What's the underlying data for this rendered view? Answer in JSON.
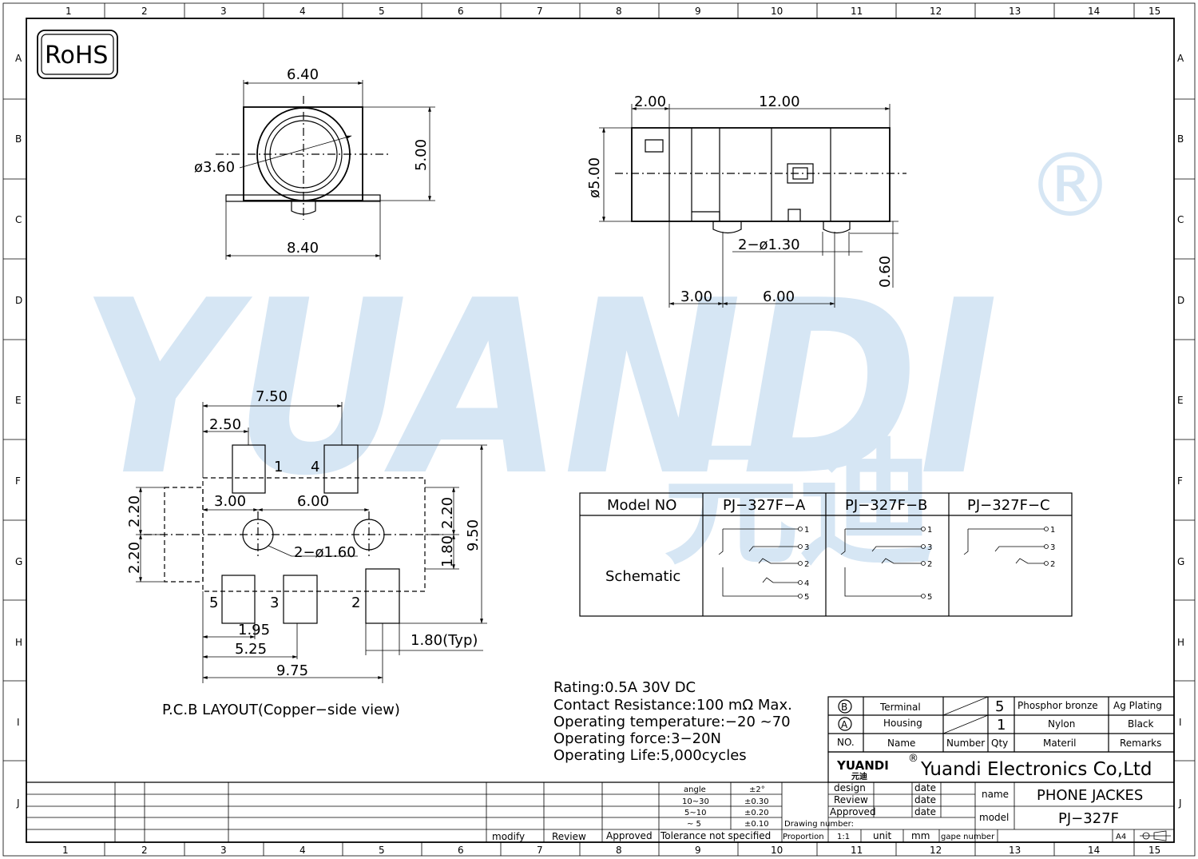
{
  "grid": {
    "columns": [
      "1",
      "2",
      "3",
      "4",
      "5",
      "6",
      "7",
      "8",
      "9",
      "10",
      "11",
      "12",
      "13",
      "14",
      "15"
    ],
    "rows": [
      "A",
      "B",
      "C",
      "D",
      "E",
      "F",
      "G",
      "H",
      "I",
      "J"
    ]
  },
  "rohs_label": "RoHS",
  "watermark": {
    "text": "YUANDI",
    "cn": "元迪",
    "reg": "®",
    "color": "#cfe2f3",
    "accent": "#d9ead3"
  },
  "front_view": {
    "width_top": "6.40",
    "width_bottom": "8.40",
    "height": "5.00",
    "diameter": "ø3.60"
  },
  "side_view": {
    "d1": "2.00",
    "d2": "12.00",
    "height": "ø5.00",
    "pins": "2−ø1.30",
    "p1": "3.00",
    "p2": "6.00",
    "pin_h": "0.60"
  },
  "pcb": {
    "title": "P.C.B LAYOUT(Copper−side view)",
    "dims": {
      "a": "7.50",
      "b": "2.50",
      "c": "3.00",
      "d": "6.00",
      "e": "2.20",
      "f": "2.20",
      "g": "2.20",
      "h": "1.80",
      "i": "9.50",
      "j": "2−ø1.60",
      "k": "1.95",
      "l": "5.25",
      "m": "9.75",
      "n": "1.80(Typ)"
    },
    "pads": [
      "1",
      "4",
      "5",
      "3",
      "2"
    ]
  },
  "schematic_table": {
    "header": [
      "Model NO",
      "PJ−327F−A",
      "PJ−327F−B",
      "PJ−327F−C"
    ],
    "row_label": "Schematic",
    "pins_a": [
      "1",
      "3",
      "2",
      "4",
      "5"
    ],
    "pins_b": [
      "1",
      "3",
      "2",
      "5"
    ],
    "pins_c": [
      "1",
      "3",
      "2"
    ]
  },
  "specs": [
    "Rating:0.5A 30V DC",
    "Contact Resistance:100 mΩ Max.",
    "Operating temperature:−20  ~70",
    "Operating force:3−20N",
    "Operating Life:5,000cycles"
  ],
  "bom": {
    "rows": [
      {
        "no": "B",
        "name": "Terminal",
        "number": "",
        "qty": "5",
        "material": "Phosphor bronze",
        "remarks": "Ag Plating"
      },
      {
        "no": "A",
        "name": "Housing",
        "number": "",
        "qty": "1",
        "material": "Nylon",
        "remarks": "Black"
      }
    ],
    "header": {
      "no": "NO.",
      "name": "Name",
      "number": "Number",
      "qty": "Qty",
      "material": "Materil",
      "remarks": "Remarks"
    }
  },
  "company": {
    "logo": "YUANDI",
    "logo_cn": "元迪",
    "reg": "®",
    "name": "Yuandi Electronics Co,Ltd"
  },
  "title_block": {
    "design": "design",
    "review": "Review",
    "approved": "Approved",
    "date": "date",
    "name_label": "name",
    "name_value": "PHONE JACKES",
    "model_label": "model",
    "model_value": "PJ−327F",
    "drawing_number": "Drawing number:",
    "proportion": "Proportion",
    "scale": "1:1",
    "unit": "unit",
    "unit_value": "mm",
    "gape_number": "gape number",
    "paper": "A4"
  },
  "tolerance": {
    "rows": [
      [
        "angle",
        "±2°"
      ],
      [
        "10~30",
        "±0.30"
      ],
      [
        "5~10",
        "±0.20"
      ],
      [
        "~ 5",
        "±0.10"
      ]
    ],
    "footer": "Tolerance not specified"
  },
  "revision": {
    "modify": "modify",
    "review": "Review",
    "approved": "Approved"
  }
}
